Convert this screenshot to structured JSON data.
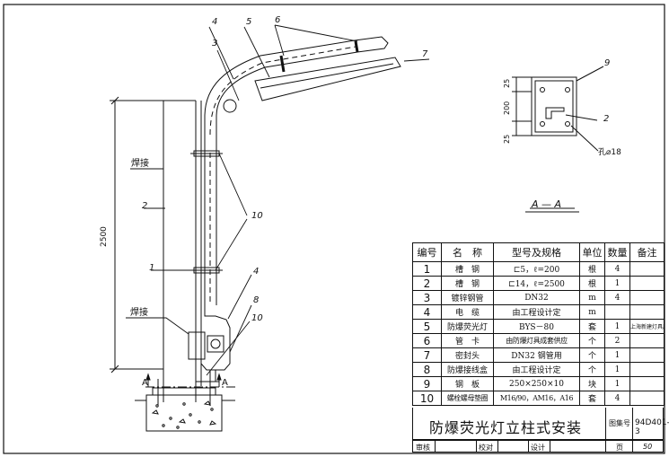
{
  "drawing": {
    "dim_height": "2500",
    "weld_label": "焊接",
    "section_label": "A — A",
    "section_arrow_label": "A",
    "callouts": [
      "1",
      "2",
      "3",
      "4",
      "5",
      "6",
      "7",
      "8",
      "9",
      "10"
    ],
    "plate_dims": [
      "25",
      "200",
      "25"
    ],
    "hole_label": "孔⌀18"
  },
  "table": {
    "headers": [
      "编号",
      "名　称",
      "型号及规格",
      "单位",
      "数量",
      "备注"
    ],
    "rows": [
      {
        "no": "1",
        "name": "槽　钢",
        "spec": "⊏5，ℓ=200",
        "unit": "根",
        "qty": "4",
        "note": ""
      },
      {
        "no": "2",
        "name": "槽　钢",
        "spec": "⊏14，ℓ=2500",
        "unit": "根",
        "qty": "1",
        "note": ""
      },
      {
        "no": "3",
        "name": "镀锌钢管",
        "spec": "DN32",
        "unit": "m",
        "qty": "4",
        "note": ""
      },
      {
        "no": "4",
        "name": "电　缆",
        "spec": "由工程设计定",
        "unit": "m",
        "qty": "",
        "note": ""
      },
      {
        "no": "5",
        "name": "防爆荧光灯",
        "spec": "BYS－80",
        "unit": "套",
        "qty": "1",
        "note": "上海新建灯具厂"
      },
      {
        "no": "6",
        "name": "管　卡",
        "spec": "由防爆灯具成套供应",
        "unit": "个",
        "qty": "2",
        "note": ""
      },
      {
        "no": "7",
        "name": "密封头",
        "spec": "DN32 钢管用",
        "unit": "个",
        "qty": "1",
        "note": ""
      },
      {
        "no": "8",
        "name": "防爆接线盒",
        "spec": "由工程设计定",
        "unit": "个",
        "qty": "1",
        "note": ""
      },
      {
        "no": "9",
        "name": "钢　板",
        "spec": "250×250×10",
        "unit": "块",
        "qty": "1",
        "note": ""
      },
      {
        "no": "10",
        "name": "螺栓螺母垫圈",
        "spec": "M16/90，AM16，A16",
        "unit": "套",
        "qty": "4",
        "note": ""
      }
    ]
  },
  "title_block": {
    "title": "防爆荧光灯立柱式安装",
    "set_label": "图集号",
    "set_no": "94D401-3",
    "page_label": "页",
    "page_no": "50",
    "sign_review": "审核",
    "sign_check": "校对",
    "sign_design": "设计"
  }
}
